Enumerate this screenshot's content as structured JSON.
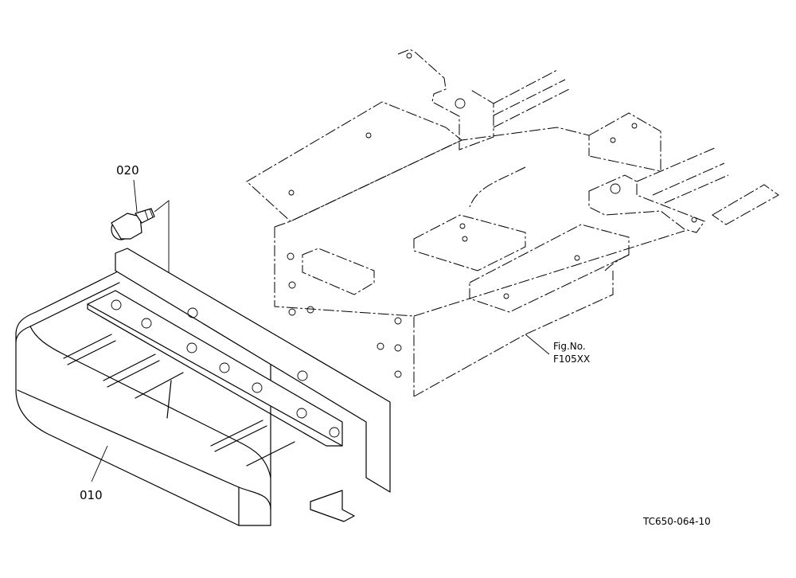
{
  "parts": [
    {
      "number": "010"
    },
    {
      "number": "020"
    }
  ],
  "reference": {
    "fig_label": "Fig.No.",
    "fig_number": "F105XX"
  },
  "drawing_code": "TC650-064-10"
}
